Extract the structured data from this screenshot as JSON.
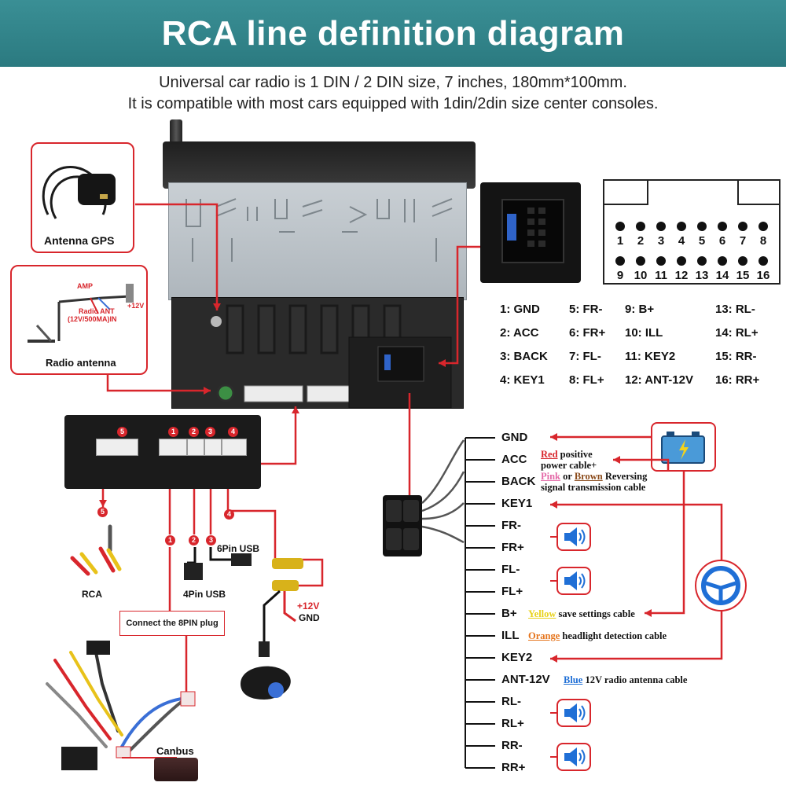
{
  "header": {
    "title": "RCA line definition diagram"
  },
  "subtitle": {
    "line1": "Universal car radio is 1 DIN / 2 DIN size, 7 inches, 180mm*100mm.",
    "line2": "It is compatible with most cars equipped with 1din/2din size center consoles."
  },
  "gps": {
    "label": "Antenna GPS"
  },
  "radio_antenna": {
    "label": "Radio antenna",
    "amp": "AMP",
    "plus12": "+12V",
    "radio_ant_line1": "Radio ANT",
    "radio_ant_line2": "(12V/500MA)IN"
  },
  "pin_numbers_top": [
    "1",
    "2",
    "3",
    "4",
    "5",
    "6",
    "7",
    "8"
  ],
  "pin_numbers_bottom": [
    "9",
    "10",
    "11",
    "12",
    "13",
    "14",
    "15",
    "16"
  ],
  "pin_defs": [
    [
      "1:  GND",
      "5:  FR-",
      "9:   B+",
      "13:  RL-"
    ],
    [
      "2:  ACC",
      "6:  FR+",
      "10:  ILL",
      "14:  RL+"
    ],
    [
      "3:  BACK",
      "7:  FL-",
      "11:  KEY2",
      "15:  RR-"
    ],
    [
      "4:  KEY1",
      "8:  FL+",
      "12:  ANT-12V",
      "16:  RR+"
    ]
  ],
  "wires": [
    {
      "name": "GND"
    },
    {
      "name": "ACC",
      "hl": "Red",
      "rest": " positive",
      "line2": "power cable+",
      "hl_color": "#d8262c"
    },
    {
      "name": "BACK",
      "hl": "Pink",
      "mid": " or ",
      "hl2": "Brown",
      "rest": " Reversing",
      "line2": "signal transmission cable",
      "hl_color": "#e46aa8",
      "hl2_color": "#8a4a1a"
    },
    {
      "name": "KEY1"
    },
    {
      "name": "FR-"
    },
    {
      "name": "FR+"
    },
    {
      "name": "FL-"
    },
    {
      "name": "FL+"
    },
    {
      "name": "B+",
      "hl": "Yellow",
      "rest": " save settings cable",
      "hl_color": "#e8d21a"
    },
    {
      "name": "ILL",
      "hl": "Orange",
      "rest": " headlight detection cable",
      "hl_color": "#e5741c"
    },
    {
      "name": "KEY2"
    },
    {
      "name": "ANT-12V",
      "hl": "Blue",
      "rest": " 12V radio antenna cable",
      "hl_color": "#1f6fd6"
    },
    {
      "name": "RL-"
    },
    {
      "name": "RL+"
    },
    {
      "name": "RR-"
    },
    {
      "name": "RR+"
    }
  ],
  "lower_left": {
    "rca": "RCA",
    "usb4": "4Pin USB",
    "usb6": "6Pin USB",
    "plus12": "+12V",
    "gnd": "GND",
    "connect_8pin": "Connect the 8PIN plug",
    "canbus": "Canbus",
    "badges": [
      "5",
      "1",
      "2",
      "3",
      "4"
    ]
  },
  "colors": {
    "accent": "#d8262c",
    "header": "#2b7a80",
    "icon_blue": "#1f6fd6"
  }
}
